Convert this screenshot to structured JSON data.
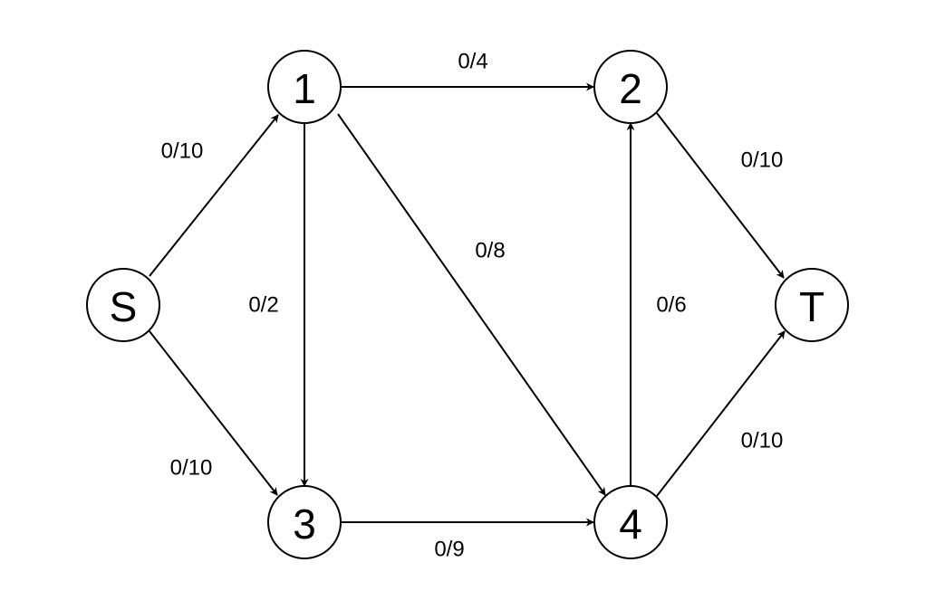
{
  "graph": {
    "nodes": [
      {
        "id": "S",
        "label": "S"
      },
      {
        "id": "1",
        "label": "1"
      },
      {
        "id": "2",
        "label": "2"
      },
      {
        "id": "3",
        "label": "3"
      },
      {
        "id": "4",
        "label": "4"
      },
      {
        "id": "T",
        "label": "T"
      }
    ],
    "edges": [
      {
        "id": "s-1",
        "from": "S",
        "to": "1",
        "label": "0/10"
      },
      {
        "id": "s-3",
        "from": "S",
        "to": "3",
        "label": "0/10"
      },
      {
        "id": "1-2",
        "from": "1",
        "to": "2",
        "label": "0/4"
      },
      {
        "id": "1-3",
        "from": "1",
        "to": "3",
        "label": "0/2"
      },
      {
        "id": "1-4",
        "from": "1",
        "to": "4",
        "label": "0/8"
      },
      {
        "id": "3-4",
        "from": "3",
        "to": "4",
        "label": "0/9"
      },
      {
        "id": "4-2",
        "from": "4",
        "to": "2",
        "label": "0/6"
      },
      {
        "id": "2-t",
        "from": "2",
        "to": "T",
        "label": "0/10"
      },
      {
        "id": "4-t",
        "from": "4",
        "to": "T",
        "label": "0/10"
      }
    ]
  }
}
